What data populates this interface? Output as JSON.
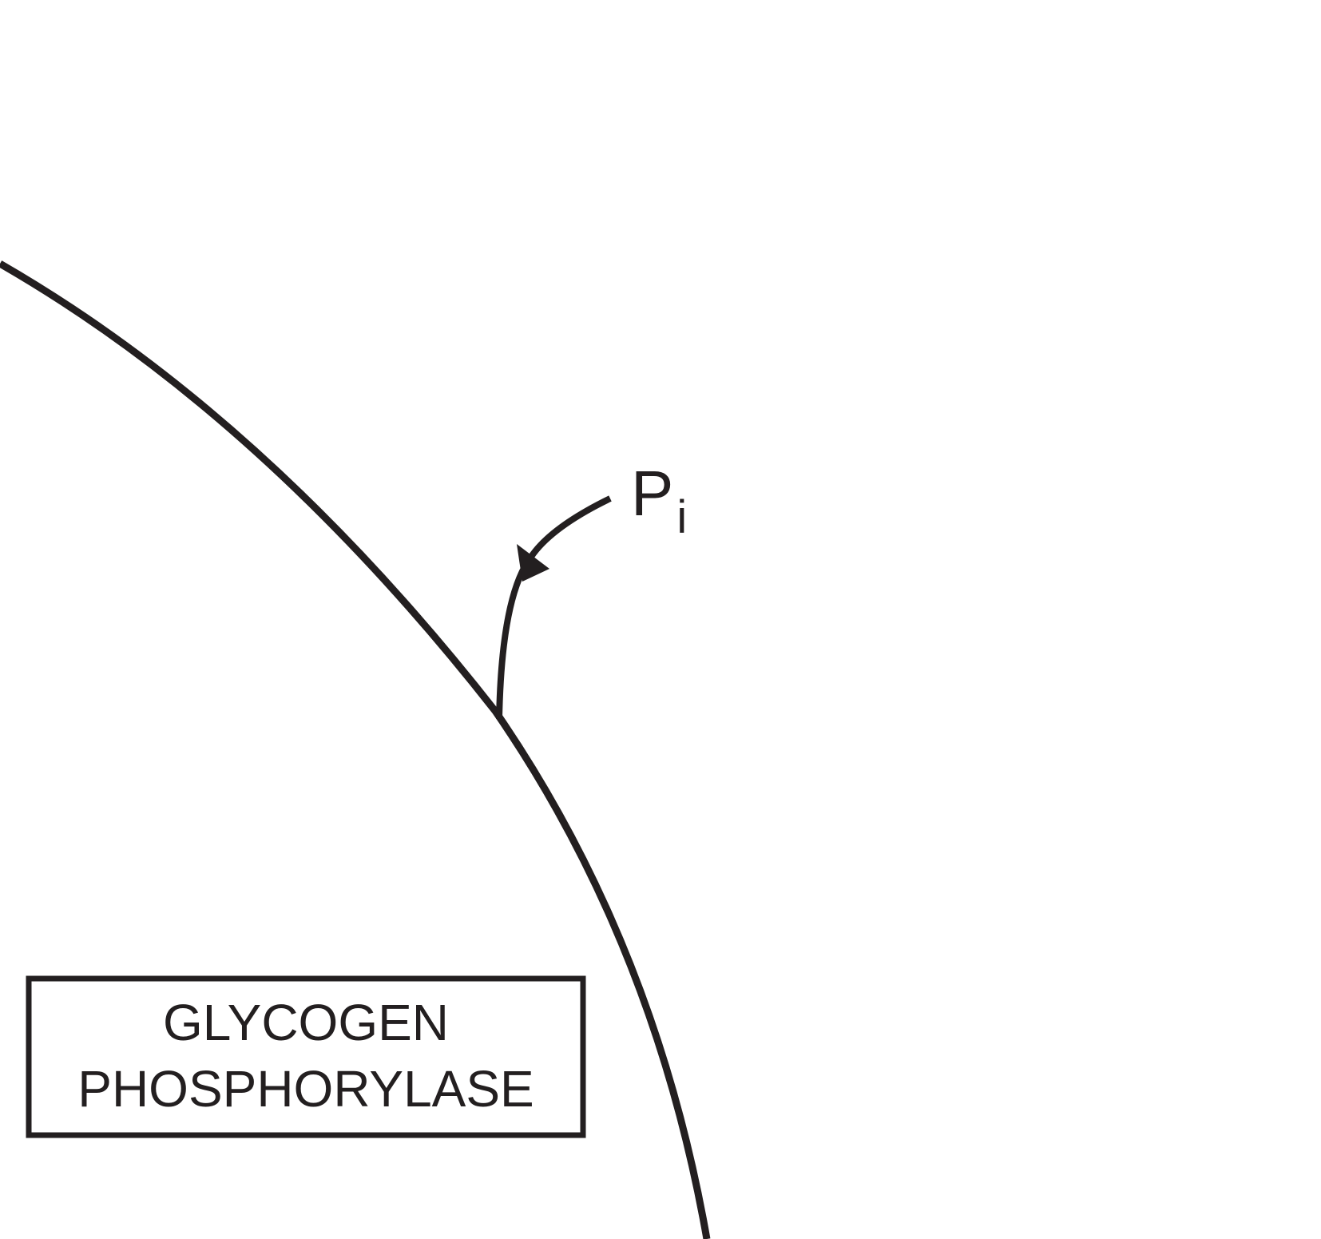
{
  "diagram": {
    "reactant_label": {
      "main": "P",
      "subscript": "i"
    },
    "enzyme_box": {
      "line1": "GLYCOGEN",
      "line2": "PHOSPHORYLASE"
    },
    "ink_color": "#231f20",
    "background_color": "#ffffff"
  }
}
